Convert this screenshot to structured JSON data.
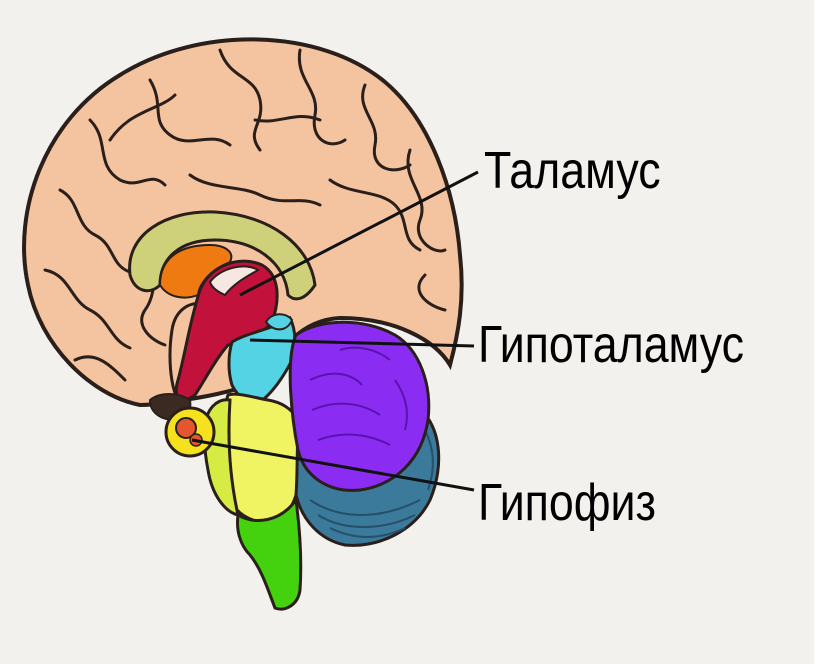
{
  "labels": {
    "thalamus": "Таламус",
    "hypothalamus": "Гипоталамус",
    "pituitary": "Гипофиз"
  },
  "colors": {
    "background": "#f3f1ed",
    "cerebrum": "#f4c4a1",
    "outline": "#2a1f1a",
    "corpus_callosum": "#cfd07a",
    "lateral_ventricle": "#f07a12",
    "thalamus": "#c2123b",
    "third_ventricle": "#54d3e4",
    "midbrain": "#f0f463",
    "pons": "#d6ec45",
    "medulla": "#43d20d",
    "cerebellum": "#8a2cf2",
    "cerebellum_cortex": "#3b7a9a",
    "pituitary": "#f5e11e",
    "leader_line": "#111111"
  }
}
